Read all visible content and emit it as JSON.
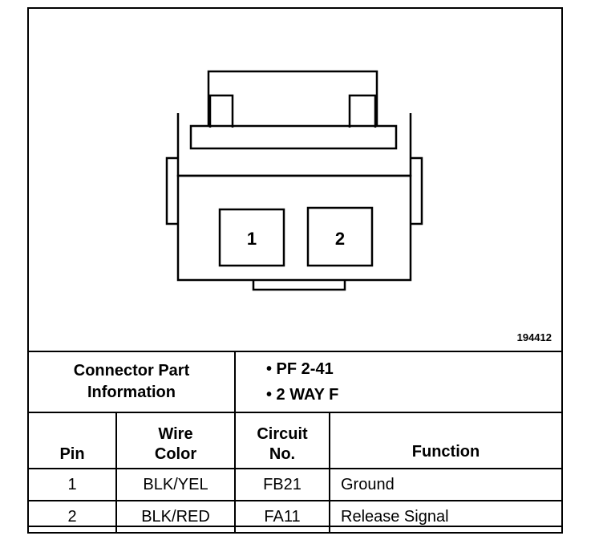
{
  "figure_id": "194412",
  "connector_pins": [
    "1",
    "2"
  ],
  "part_info": {
    "label_line1": "Connector Part",
    "label_line2": "Information",
    "items": [
      "• PF 2-41",
      "• 2 WAY F"
    ]
  },
  "table": {
    "headers": {
      "pin": "Pin",
      "wire_color_line1": "Wire",
      "wire_color_line2": "Color",
      "circuit_line1": "Circuit",
      "circuit_line2": "No.",
      "function": "Function"
    },
    "rows": [
      {
        "pin": "1",
        "wire_color": "BLK/YEL",
        "circuit": "FB21",
        "function": "Ground"
      },
      {
        "pin": "2",
        "wire_color": "BLK/RED",
        "circuit": "FA11",
        "function": "Release Signal"
      }
    ]
  }
}
